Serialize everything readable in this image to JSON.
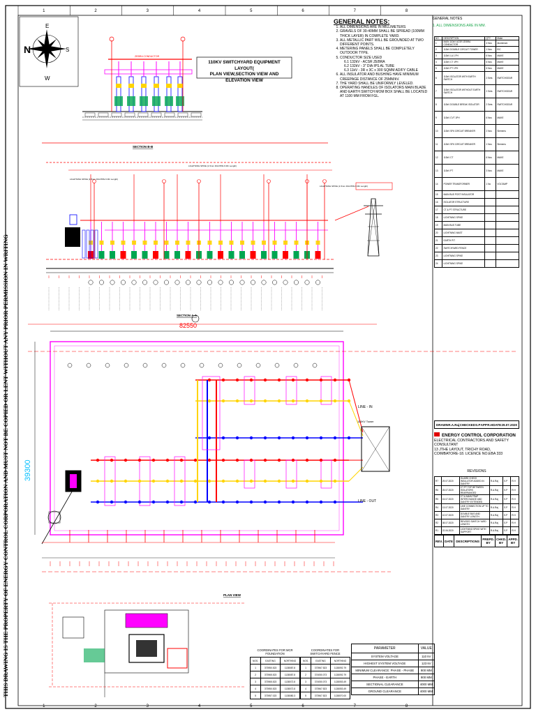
{
  "compass": {
    "n": "N",
    "e": "E",
    "s": "S",
    "w": "W"
  },
  "title": {
    "line1": "110KV SWITCHYARD EQUIPMENT LAYOUT(",
    "line2": "PLAN VIEW,SECTION VIEW AND ELEVATION VIEW"
  },
  "general_notes": {
    "heading": "GENERAL NOTES:",
    "items": [
      "ALL DIMENSIONS ARE IN MILLIMETERS",
      "GRAVELS OF 30-40MM SHALL BE SPREAD (100MM THICK LAYER) IN COMPLETE YARD.",
      "ALL METALLIC PART WILL BE GROUNDED AT TWO DIFFERENT POINTS.",
      "METERING PANELS SHALL BE COMPLETELY OUTDOOR TYPE.",
      "CONDUCTOR SIZE USED",
      "ALL INSULATOR AND BUSHING HAVE MINIMUM CREEPAGE DISTANCE OF 25MM/kV.",
      "THE YARD SHALL BE UNIFORMLY LEVELED.",
      "OPERATING HANDLES OF ISOLATORS MAIN BLADE AND EARTH SWITCH MOM BOX SHALL BE LOCATED AT 1100 MM FROM FGL."
    ],
    "conductors": [
      "6.1   132kV - ACSR ZEBRA",
      "6.2   132kV - 3\" DIA IPS AL TUBE",
      "6.3   11kV - 3R x 3C x 300 SQMM AD/FY CABLE"
    ]
  },
  "views": {
    "section_b": "SECTION B-B",
    "section_a": "SECTION A-A",
    "plan": "PLAN VIEW",
    "bus_label": "ZEBRA CONDUCTOR",
    "dim_overall": "82550",
    "dim_vertical": "39300",
    "line_in": "LINE - IN",
    "line_out": "LINE - OUT",
    "tower": "110KV Tower",
    "spike": "LIGHTNING SPIKE (1.5mm DIA PIPE 6 Mtr Length)"
  },
  "right_panel": {
    "general_notes": "GENERAL NOTES",
    "all_dims": "1. ALL DIMENSIONS ARE IN MM.",
    "table_header": [
      "NO.",
      "DESCRIPTION",
      "QTY",
      "Make"
    ],
    "rows": [
      [
        "1",
        "MAIN 110kV ACSR ZEBRA CONDUCTOR",
        "4 Nos",
        "Aluminium"
      ],
      [
        "2",
        "110kV DOUBLE CIRCUIT TOWER",
        "1 Nos",
        "EIC"
      ],
      [
        "3",
        "110kV LA 1 PH",
        "6 Nos",
        "MAKE"
      ],
      [
        "4",
        "110kV CT 1PH",
        "6 Nos",
        "MAKE"
      ],
      [
        "5",
        "110kV PT 1PH",
        "6 Nos",
        "MAKE"
      ],
      [
        "6",
        "110kV ISOLATOR WITH EARTH SWITCH",
        "2 Sets",
        "SWITCHGEAR"
      ],
      [
        "7",
        "110kV ISOLATOR WITHOUT EARTH SWITCH",
        "2 Sets",
        "SWITCHGEAR"
      ],
      [
        "8",
        "110kV DOUBLE BREAK ISOLATOR",
        "2 Sets",
        "SWITCHGEAR"
      ],
      [
        "9",
        "110kV CVT 1PH",
        "6 Nos",
        "MAKE"
      ],
      [
        "10",
        "110kV SF6 CIRCUIT BREAKER",
        "2 Nos",
        "Siemens"
      ],
      [
        "11",
        "110kV SF6 CIRCUIT BREAKER",
        "1 Nos",
        "Siemens"
      ],
      [
        "12",
        "110kV CT",
        "6 Nos",
        "MAKE"
      ],
      [
        "13",
        "110kV PT",
        "3 Nos",
        "MAKE"
      ],
      [
        "14",
        "POWER TRANSFORMER",
        "1 No",
        "VOLTAMP"
      ],
      [
        "15",
        "MAIN BUS POST INSULATOR",
        "",
        ""
      ],
      [
        "16",
        "ISOLATOR STRUCTURE",
        "",
        ""
      ],
      [
        "17",
        "CT & PT STRUCTURE",
        "",
        ""
      ],
      [
        "18",
        "LIGHTNING SPIKE",
        "",
        ""
      ],
      [
        "19",
        "MAIN BUS TUBE",
        "",
        ""
      ],
      [
        "20",
        "LIGHTNING MAST",
        "",
        ""
      ],
      [
        "21",
        "EARTH PIT",
        "",
        ""
      ],
      [
        "22",
        "SWITCHYARD FENCE",
        "",
        ""
      ],
      [
        "23",
        "LIGHTNING SPIKE",
        "",
        ""
      ],
      [
        "24",
        "LIGHTNING SPIKE",
        "",
        ""
      ]
    ],
    "drawn": {
      "drawn": "DRAWN",
      "drawn_by": "R.A.Raj",
      "checked": "CHECKED",
      "checked_by": "S.P",
      "app": "APP",
      "app_by": "R.H",
      "date": "DATE",
      "date_val": "29.07.2020"
    },
    "corp": {
      "name": "ENERGY CONTROL CORPORATION",
      "line2": "ELECTRICAL CONTRACTORS AND SAFETY CONSULTANT",
      "line3": "13 JTHE LAYOUT, TRICHY ROAD,",
      "line4": "COIMBATORE-18.  LICENCE NO.EBA 333"
    },
    "revisions_title": "REVISIONS",
    "revisions": [
      [
        "R7",
        "29.07.2020",
        "GUARD CHECK INSULATOR ADDED IN GANTRY",
        "R.A.Raj",
        "S.P",
        "R.H"
      ],
      [
        "R6",
        "25.07.2020",
        "CT PT TOP BETWEEN ISOLATORS REARRANGED",
        "R.A.Raj",
        "S.P",
        "R.H"
      ],
      [
        "R5",
        "15.07.2020",
        "CT & MAIN TRAP INTERCHANGE AND GANTRY EXTENDED",
        "R.A.Raj",
        "S.P",
        "R.H"
      ],
      [
        "R4",
        "13.07.2020",
        "LINE CONNECTION UP TO GANTRY",
        "R.A.Raj",
        "S.P",
        "R.H"
      ],
      [
        "R3",
        "10.07.2020",
        "DOUBLE BUS AND GANTRY LENGTH",
        "R.A.Raj",
        "S.P",
        "R.H"
      ],
      [
        "R2",
        "08.07.2020",
        "REVISED SWITCH YARD LENGTH",
        "R.A.Raj",
        "S.P",
        "R.H"
      ],
      [
        "R1",
        "22.06.2020",
        "LIGHTNING SPIKE WITH SUPPORT",
        "R.A.Raj",
        "S.P",
        "R.H"
      ]
    ],
    "rev_header": [
      "REV.",
      "DATE",
      "DESCRIPTIONS",
      "PREPD. BY",
      "CHKD. BY",
      "APPD. BY"
    ]
  },
  "coords": {
    "mcr_title": "COORDINATES FOR MCR FOUNDATION",
    "fence_title": "COORDINATES FOR SWITCHYARD FENCE",
    "cols": [
      "NOS.",
      "EASTING",
      "NORTHING"
    ],
    "mcr": [
      [
        "1",
        "373950.523",
        "1138087.8"
      ],
      [
        "2",
        "373965.523",
        "1138087.8"
      ],
      [
        "3",
        "373965.523",
        "1138072.8"
      ],
      [
        "4",
        "373950.523",
        "1138072.8"
      ],
      [
        "5",
        "373957.023",
        "1138080.3"
      ]
    ],
    "fence": [
      [
        "1",
        "373967.523",
        "1138092.79"
      ],
      [
        "2",
        "374050.073",
        "1138092.79"
      ],
      [
        "3",
        "374050.073",
        "1138053.49"
      ],
      [
        "4",
        "373967.523",
        "1138053.49"
      ],
      [
        "5",
        "373967.523",
        "1138070.00"
      ]
    ]
  },
  "params": {
    "head": [
      "PARAMETER",
      "VALUE"
    ],
    "rows": [
      [
        "SYSTEM VOLTAGE",
        "110 kV"
      ],
      [
        "HIGHEST SYSTEM VOLTAGE",
        "123 kV"
      ],
      [
        "MINIMUM CLEARANCE: PHASE - PHASE",
        "900 MM"
      ],
      [
        "PHASE - EARTH",
        "900 MM"
      ],
      [
        "SECTIONAL CLEARANCE",
        "4000 MM"
      ],
      [
        "GROUND CLEARANCE",
        "4000 MM"
      ]
    ]
  },
  "side_text": "THIS DRAWING IS THE PROPERTY OF ENERGY CONTROL CORPORATION AND MUST NOT BE COPIED OR LENT WITHOUT ANY PRIOR PERMISSION IN WRITING",
  "grid": {
    "top": [
      "1",
      "2",
      "3",
      "4",
      "5",
      "6",
      "7",
      "8"
    ]
  },
  "colors": {
    "red": "#ff0000",
    "blue": "#0000ff",
    "yellow": "#ffd400",
    "magenta": "#ff00ff",
    "green": "#00a650",
    "cyan": "#00bfff"
  }
}
